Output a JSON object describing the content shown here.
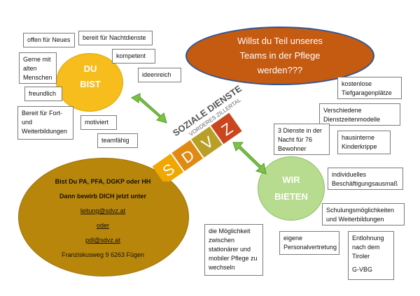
{
  "du_bist": {
    "line1": "DU",
    "line2": "BIST"
  },
  "teams": {
    "line1": "Willst du Teil unseres",
    "line2": "Teams in der Pflege",
    "line3": "werden???"
  },
  "wir_bieten": {
    "line1": "WIR",
    "line2": "BIETEN"
  },
  "du_traits": [
    "offen für Neues",
    "bereit für Nachtdienste",
    "kompetent",
    "Gerne mit alten Menschen",
    "ideenreich",
    "freundlich",
    "Bereit für Fort- und Weiterbildungen",
    "motiviert",
    "teamfähig"
  ],
  "offers": [
    "kostenlose Tiefgaragenplätze",
    "Verschiedene Dienstzeitenmodelle",
    "3 Dienste in der Nacht für 76 Bewohner",
    "hausinterne Kinderkrippe",
    "individuelles Beschäftigungsausmaß",
    "Schulungsmöglichkeiten und Weiterbildungen",
    "die Möglichkeit zwischen stationärer und mobiler Pflege zu wechseln",
    "eigene Personalvertretung",
    "Entlohnung nach dem Tiroler",
    "G-VBG"
  ],
  "contact": {
    "line1": "Bist Du PA, PFA, DGKP oder HH",
    "line2": "Dann bewirb DICH jetzt unter",
    "email1": "leitung@sdvz.at",
    "or": "oder",
    "email2": "pdl@sdvz.at",
    "address": "Franziskusweg 9  6263 Fügen"
  },
  "logo": {
    "letters": [
      "S",
      "D",
      "V",
      "Z"
    ],
    "name": "SOZIALE DIENSTE",
    "region": "VORDERES ZILLERTAL",
    "colors": [
      "#f0a800",
      "#e08a14",
      "#b8a028",
      "#c9461e"
    ]
  },
  "colors": {
    "du": "#f6bd1c",
    "teams": "#c55a11",
    "wir": "#b7dc8f",
    "bist": "#b8860b",
    "arrow": "#7dc242"
  }
}
